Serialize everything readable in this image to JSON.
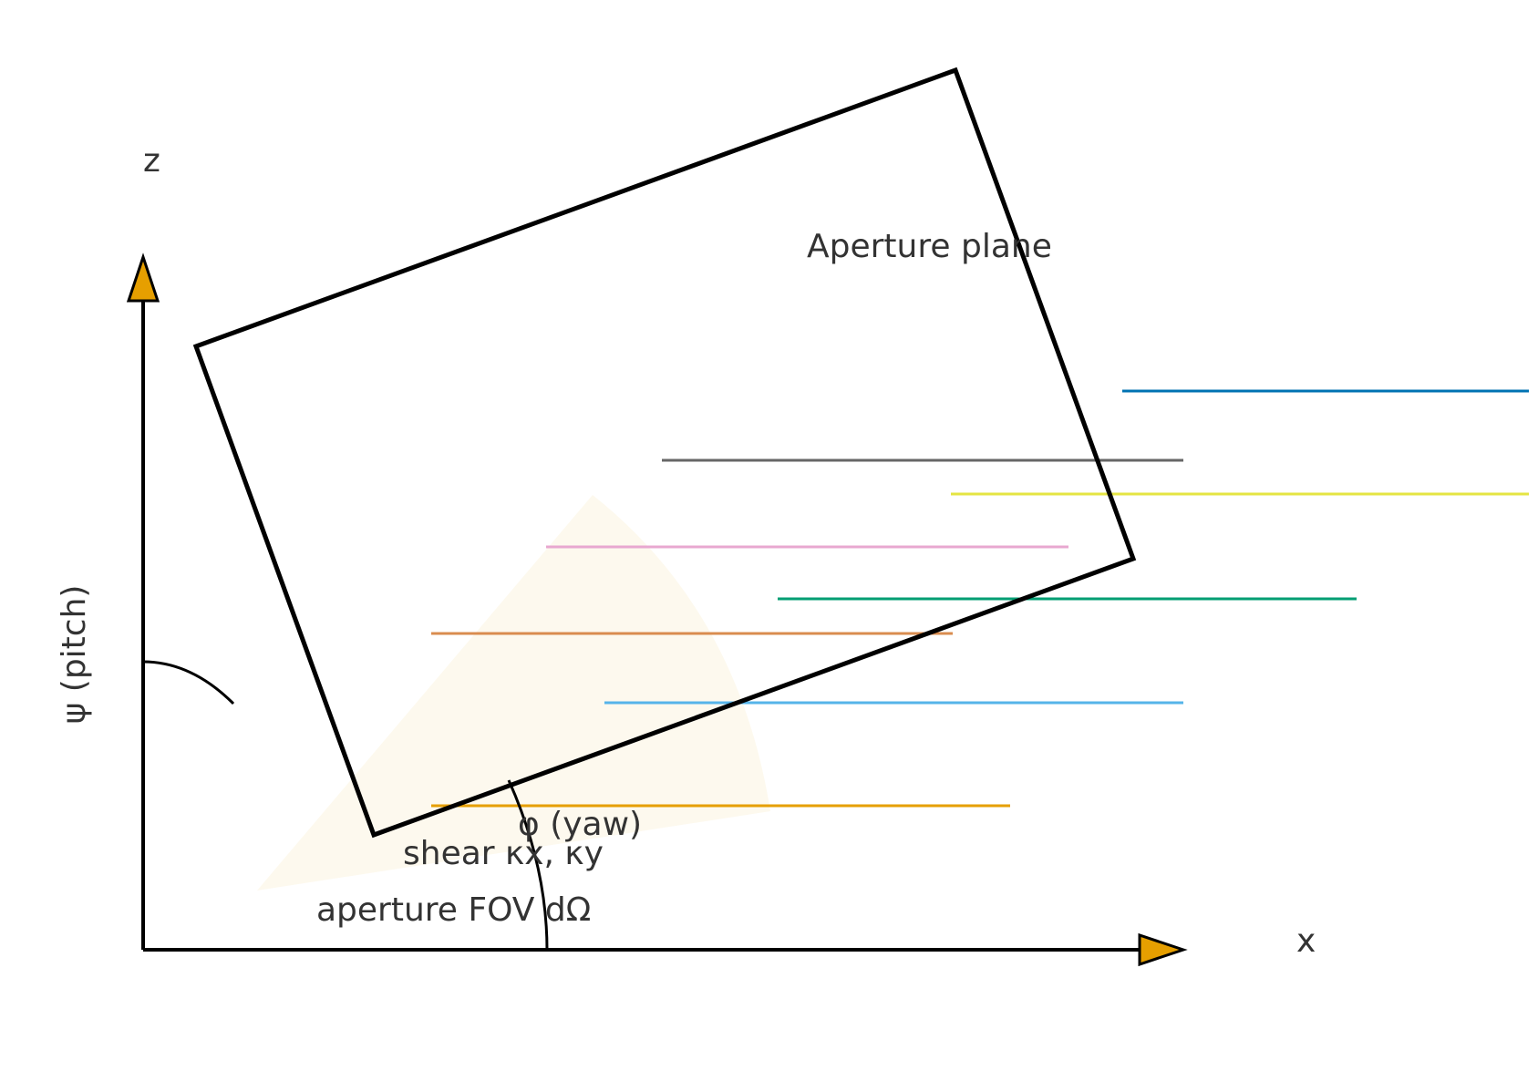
{
  "labels": {
    "z_axis": "z",
    "x_axis": "x",
    "pitch": "ψ (pitch)",
    "yaw": "φ (yaw)",
    "plane": "Aperture plane",
    "shear": "shear κx, κy",
    "fov": "aperture FOV dΩ"
  },
  "colors": {
    "axis": "#000000",
    "arrowhead": "#e69f00",
    "text": "#333333",
    "cone_fill": "#fdf9ee",
    "rays": [
      "#0072b2",
      "#666666",
      "#e5e543",
      "#e8a8d0",
      "#009e73",
      "#d98c4f",
      "#56b4e9",
      "#e69f00"
    ]
  }
}
